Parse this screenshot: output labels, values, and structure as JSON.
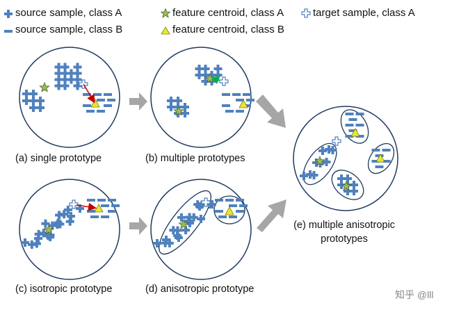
{
  "legend": {
    "source_a": "source sample, class A",
    "centroid_a": "feature centroid, class A",
    "target_a": "target sample, class A",
    "source_b": "source sample, class B",
    "centroid_b": "feature centroid, class B"
  },
  "panels": {
    "a": "(a) single prototype",
    "b": "(b) multiple prototypes",
    "c": "(c) isotropic prototype",
    "d": "(d) anisotropic prototype",
    "e_line1": "(e) multiple anisotropic",
    "e_line2": "prototypes"
  },
  "watermark": "知乎 @lll",
  "colors": {
    "class_a": "#4f81bd",
    "class_b": "#4f81bd",
    "centroid_star": "#9bbb59",
    "centroid_triangle": "#e8e830",
    "arrow_red": "#c00000",
    "arrow_green": "#00b050",
    "flow_arrow": "#a6a6a6",
    "outline": "#1f3a5f"
  }
}
